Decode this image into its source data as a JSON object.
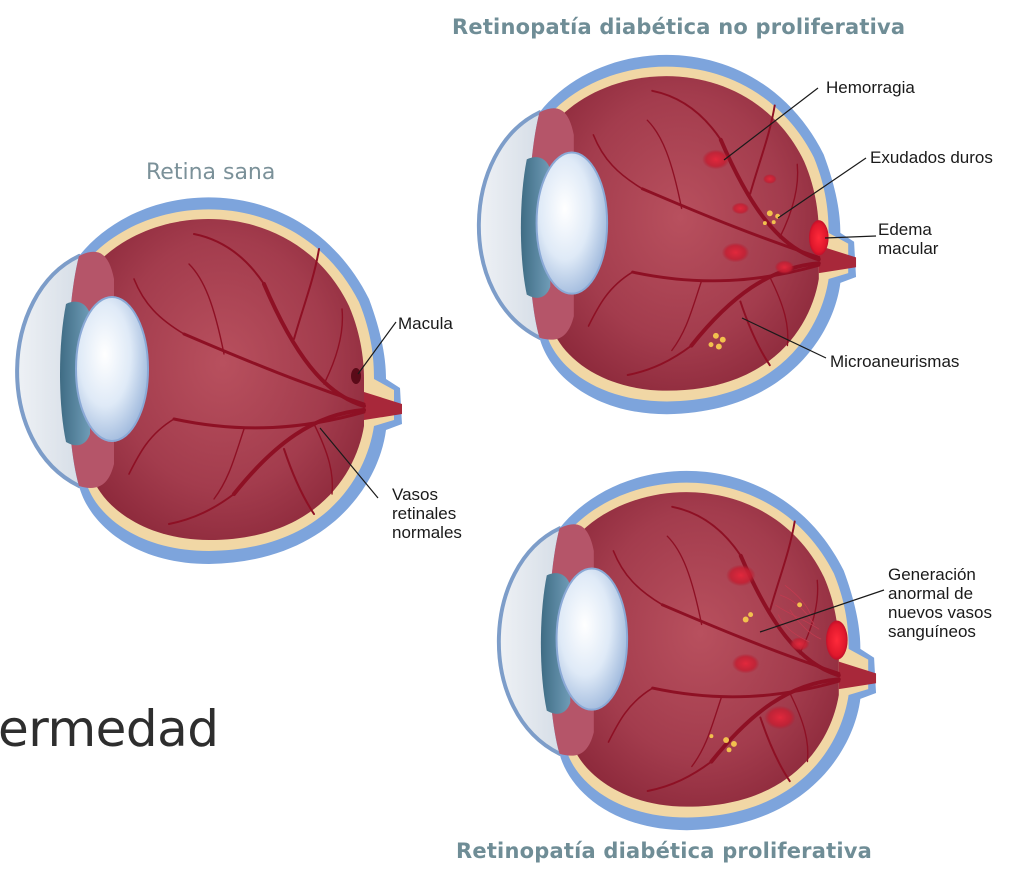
{
  "titles": {
    "top": "Retinopatía diabética no proliferativa",
    "left": "Retina sana",
    "bottom": "Retinopatía diabética proliferativa",
    "background_word": "ermedad"
  },
  "labels": {
    "hemorragia": "Hemorragia",
    "exudados_duros": "Exudados duros",
    "edema_macular": "Edema\nmacular",
    "microaneurismas": "Microaneurismas",
    "macula": "Macula",
    "vasos_retinales": "Vasos\nretinales\nnormales",
    "neovasos": "Generación\nanormal de\nnuevos vasos\nsanguíneos"
  },
  "colors": {
    "title_teal": "#6f8d96",
    "sclera_blue": "#7da4dc",
    "retina_red": "#a8374a",
    "vessel_red": "#8e1024",
    "choroid_yellow": "#f1d7a5"
  }
}
